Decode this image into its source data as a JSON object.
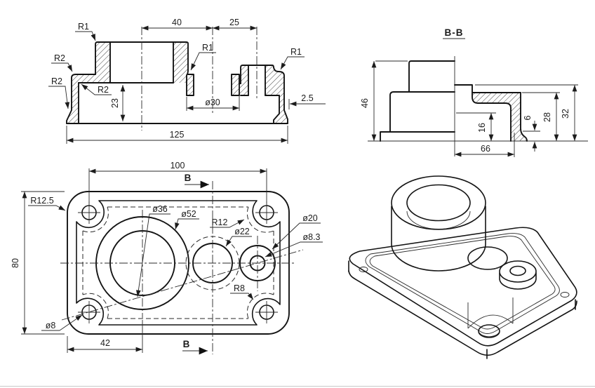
{
  "drawing": {
    "front_view": {
      "dims": {
        "d40": "40",
        "d25": "25",
        "d23": "23",
        "d30": "ø30",
        "dwall": "2.5",
        "d125": "125"
      },
      "labels": {
        "r1a": "R1",
        "r1b": "R1",
        "r1c": "R1",
        "r2a": "R2",
        "r2b": "R2",
        "r2c": "R2"
      }
    },
    "section_view": {
      "title": "B-B",
      "dims": {
        "d46": "46",
        "d16": "16",
        "d66": "66",
        "d6": "6",
        "d28": "28",
        "d32": "32"
      }
    },
    "plan_view": {
      "dims": {
        "d100": "100",
        "d80": "80",
        "d42": "42",
        "r125": "R12.5",
        "d36": "ø36",
        "d52": "ø52",
        "r12": "R12",
        "d22": "ø22",
        "d20": "ø20",
        "d83": "ø8.3",
        "r8": "R8",
        "d8": "ø8"
      },
      "section_marks": {
        "top": "B",
        "bottom": "B"
      }
    }
  }
}
